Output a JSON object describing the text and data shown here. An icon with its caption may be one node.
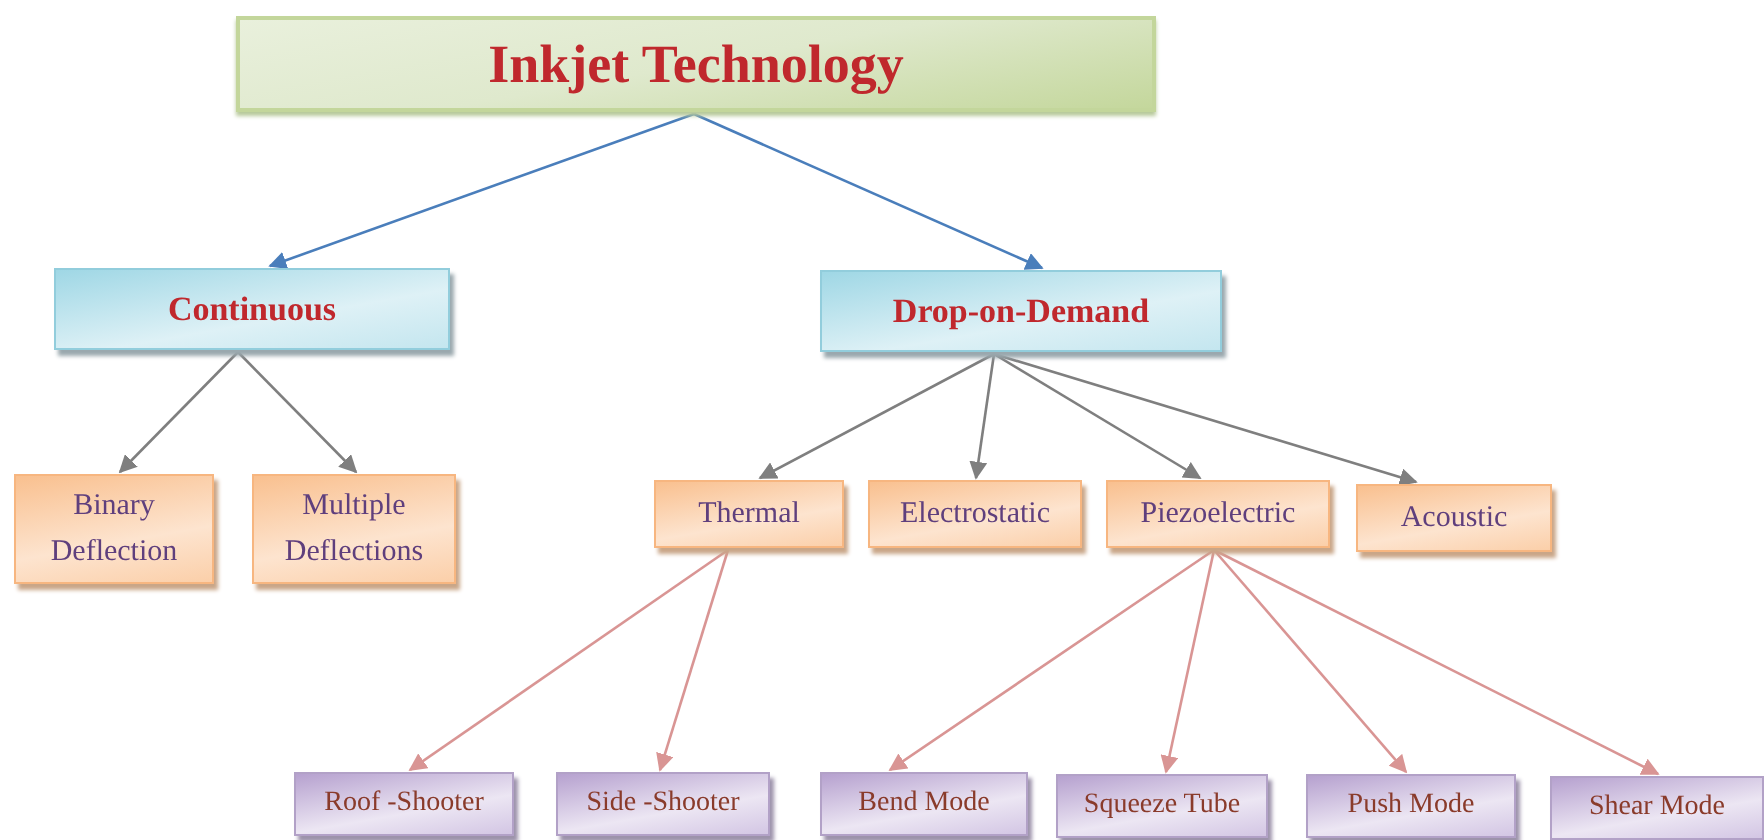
{
  "diagram": {
    "nodes": [
      {
        "text": [
          "Inkjet Technology"
        ]
      },
      {
        "text": [
          "Continuous"
        ]
      },
      {
        "text": [
          "Drop-on-Demand"
        ]
      },
      {
        "text": [
          "Binary Deflection"
        ]
      },
      {
        "text": [
          "Multiple Deflections"
        ]
      },
      {
        "text": [
          "Thermal"
        ]
      },
      {
        "text": [
          "Electrostatic"
        ]
      },
      {
        "text": [
          "Piezoelectric"
        ]
      },
      {
        "text": [
          "Acoustic"
        ]
      },
      {
        "text": [
          "Roof -Shooter"
        ]
      },
      {
        "text": [
          "Side -Shooter"
        ]
      },
      {
        "text": [
          "Bend Mode"
        ]
      },
      {
        "text": [
          "Squeeze Tube"
        ]
      },
      {
        "text": [
          "Push Mode"
        ]
      },
      {
        "text": [
          "Shear Mode"
        ]
      }
    ],
    "edges": [
      {
        "from": 0,
        "to": 1,
        "arrow": "to",
        "color": "#4a7ebb"
      },
      {
        "from": 0,
        "to": 2,
        "arrow": "to",
        "color": "#4a7ebb"
      },
      {
        "from": 1,
        "to": 3,
        "arrow": "to",
        "color": "#7f7f7f"
      },
      {
        "from": 1,
        "to": 4,
        "arrow": "to",
        "color": "#7f7f7f"
      },
      {
        "from": 2,
        "to": 5,
        "arrow": "to",
        "color": "#7f7f7f"
      },
      {
        "from": 2,
        "to": 6,
        "arrow": "to",
        "color": "#7f7f7f"
      },
      {
        "from": 2,
        "to": 7,
        "arrow": "to",
        "color": "#7f7f7f"
      },
      {
        "from": 2,
        "to": 8,
        "arrow": "to",
        "color": "#7f7f7f"
      },
      {
        "from": 5,
        "to": 9,
        "arrow": "to",
        "color": "#d99594"
      },
      {
        "from": 5,
        "to": 10,
        "arrow": "to",
        "color": "#d99594"
      },
      {
        "from": 7,
        "to": 11,
        "arrow": "to",
        "color": "#d99594"
      },
      {
        "from": 7,
        "to": 12,
        "arrow": "to",
        "color": "#d99594"
      },
      {
        "from": 7,
        "to": 13,
        "arrow": "to",
        "color": "#d99594"
      },
      {
        "from": 7,
        "to": 14,
        "arrow": "to",
        "color": "#d99594"
      }
    ]
  }
}
